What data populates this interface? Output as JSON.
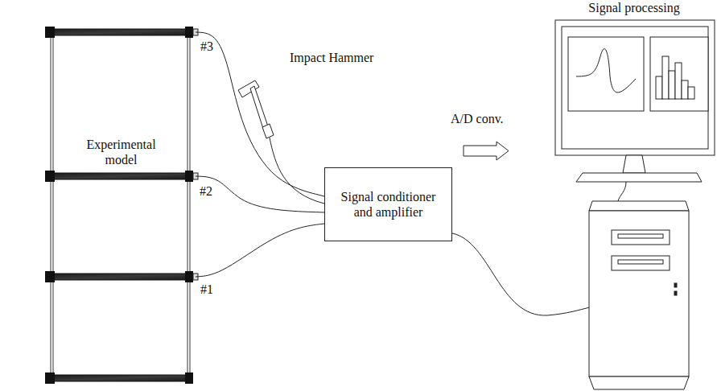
{
  "diagram": {
    "nodes": [
      {
        "text": [
          "Experimental model"
        ]
      },
      {
        "text": [
          "Signal conditioner and amplifier"
        ]
      },
      {
        "text": [
          "Signal processing"
        ]
      }
    ],
    "edges": [
      {
        "from": 0,
        "to": 1,
        "arrow": "none"
      },
      {
        "from": 0,
        "to": 1,
        "arrow": "none"
      },
      {
        "from": 0,
        "to": 1,
        "arrow": "none"
      }
    ],
    "labels": [
      "Impact Hammer",
      "#3",
      "#2",
      "A/D conv.",
      "#1"
    ]
  }
}
